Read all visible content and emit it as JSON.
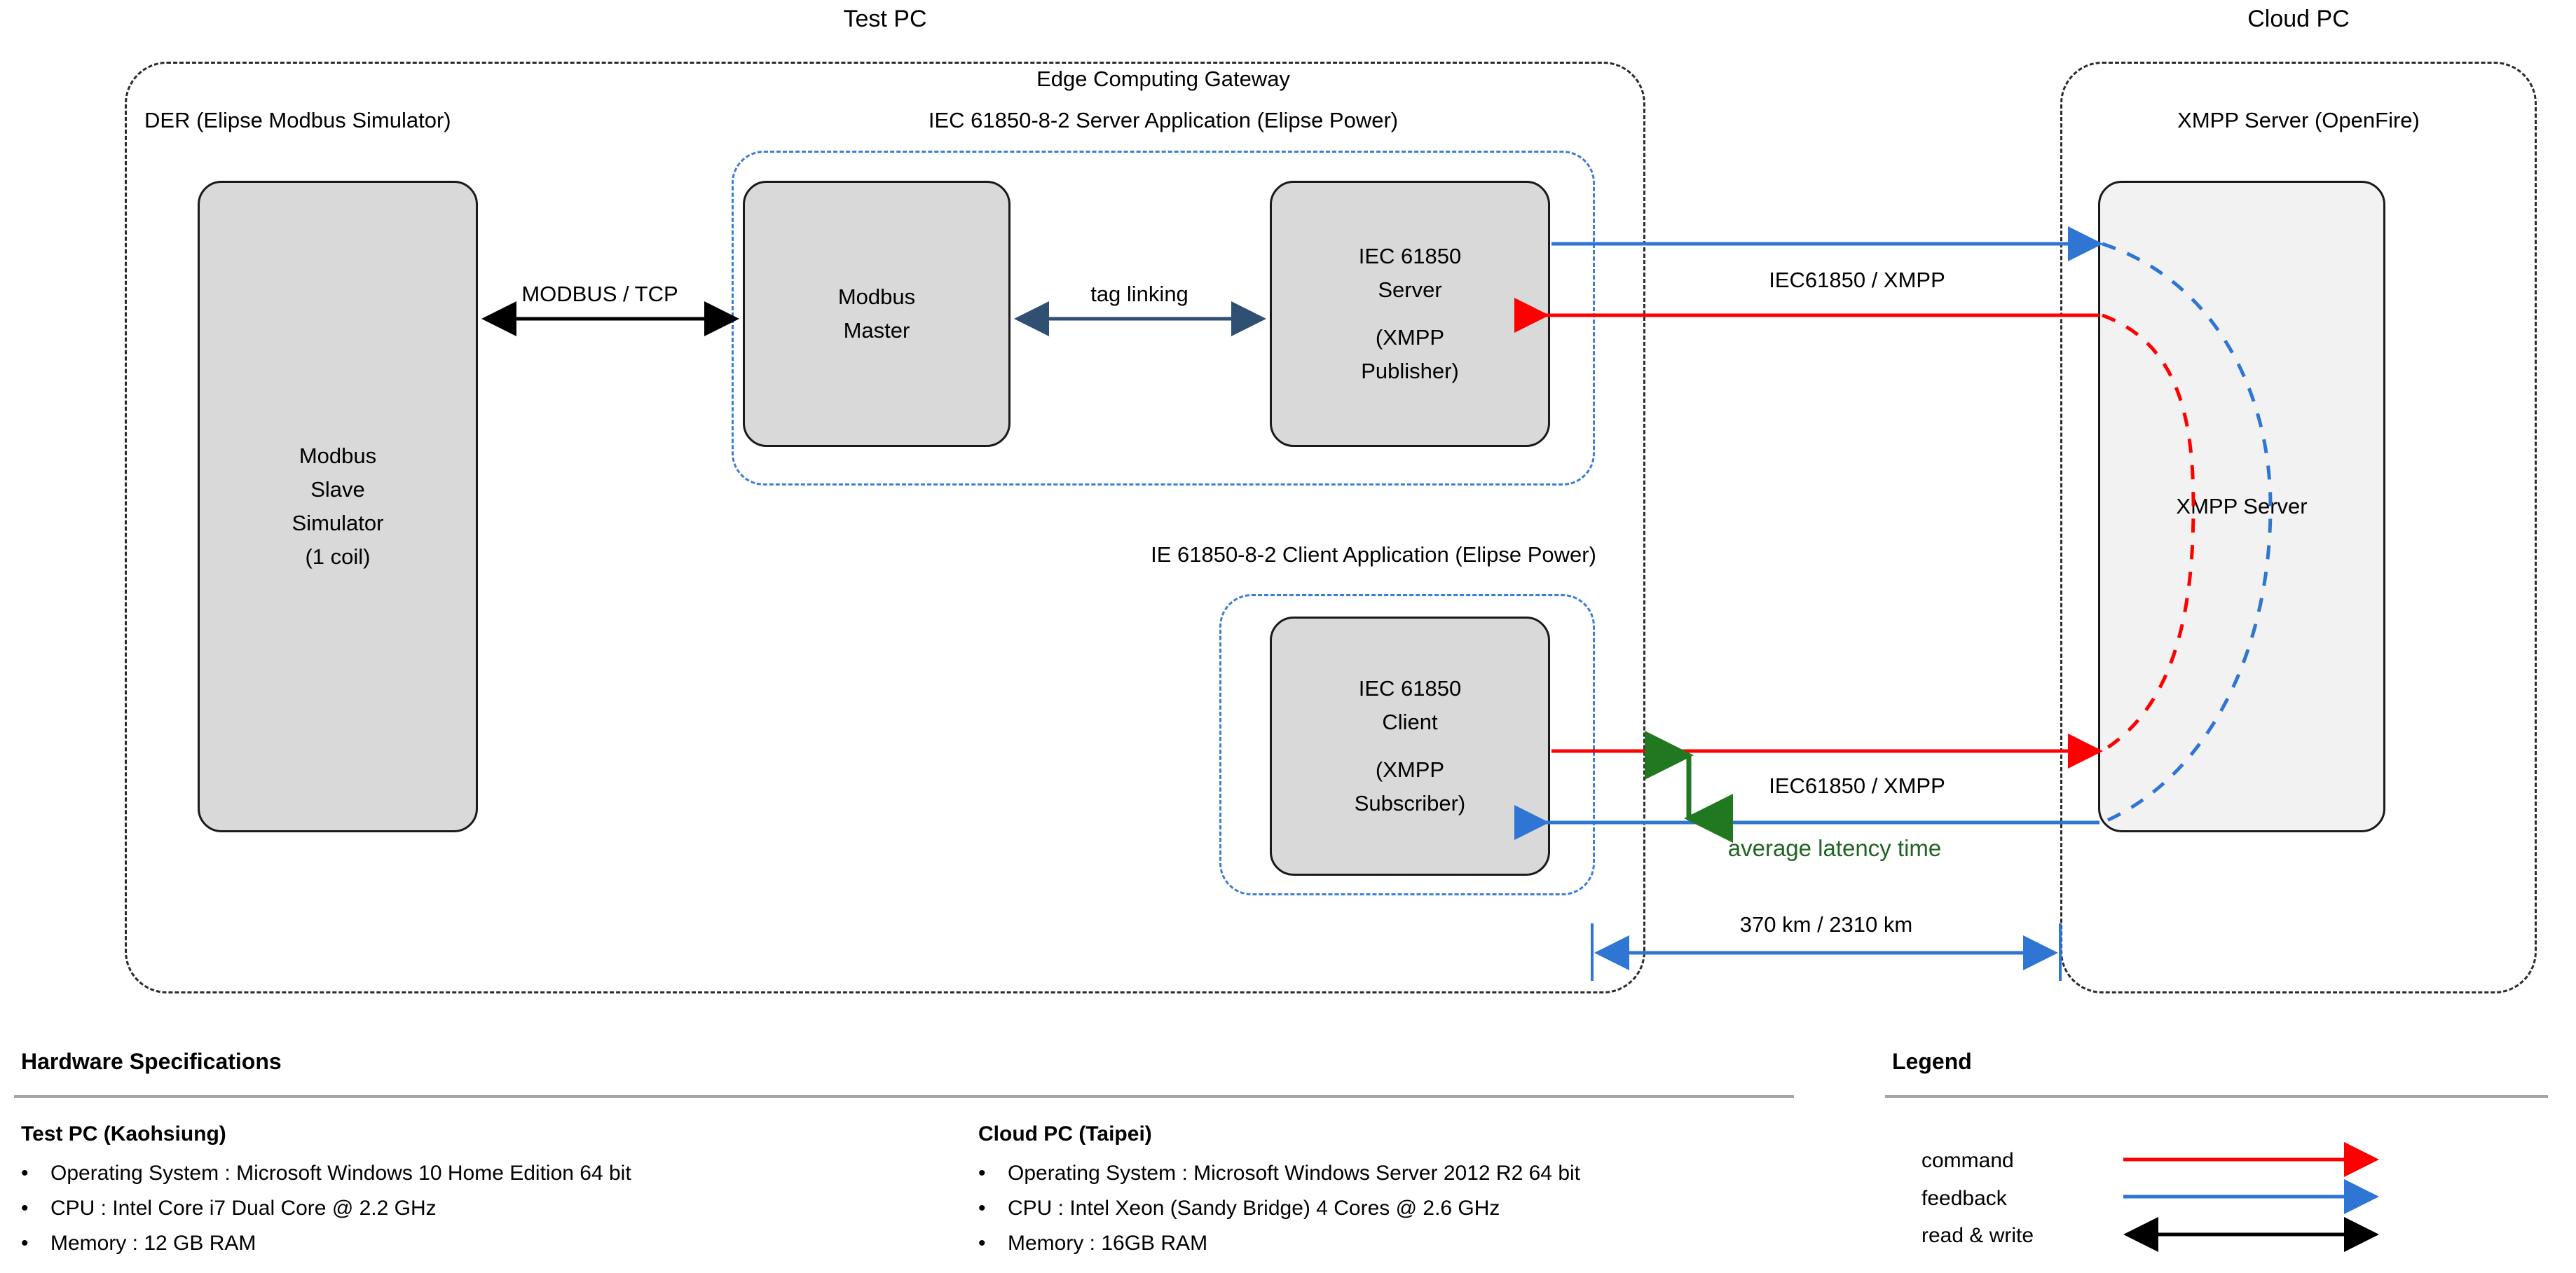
{
  "zones": {
    "test_pc_title": "Test PC",
    "cloud_pc_title": "Cloud PC",
    "der_caption": "DER (Elipse Modbus Simulator)",
    "gateway_caption_line1": "Edge Computing Gateway",
    "gateway_caption_line2": "IEC 61850-8-2 Server Application (Elipse Power)",
    "client_caption": "IE 61850-8-2 Client Application (Elipse Power)",
    "xmpp_caption": "XMPP Server (OpenFire)"
  },
  "boxes": {
    "modbus_slave": [
      "Modbus",
      "Slave",
      "Simulator",
      "(1 coil)"
    ],
    "modbus_master": [
      "Modbus",
      "Master"
    ],
    "iec_server": [
      "IEC 61850",
      "Server",
      "",
      "(XMPP",
      "Publisher)"
    ],
    "iec_client": [
      "IEC 61850",
      "Client",
      "",
      "(XMPP",
      "Subscriber)"
    ],
    "xmpp_server": [
      "XMPP Server"
    ]
  },
  "edges": {
    "modbus_tcp": "MODBUS / TCP",
    "tag_linking": "tag linking",
    "iec_xmpp_top": "IEC61850 / XMPP",
    "iec_xmpp_bottom": "IEC61850 / XMPP",
    "latency": "average latency time",
    "distance": "370 km / 2310 km"
  },
  "specs": {
    "heading": "Hardware Specifications",
    "columns": [
      {
        "title": "Test PC (Kaohsiung)",
        "items": [
          "Operating System : Microsoft Windows 10 Home Edition 64 bit",
          "CPU : Intel Core i7 Dual Core @ 2.2 GHz",
          "Memory : 12 GB RAM"
        ]
      },
      {
        "title": "Cloud PC (Taipei)",
        "items": [
          "Operating System : Microsoft Windows Server 2012 R2 64 bit",
          "CPU : Intel Xeon (Sandy Bridge) 4 Cores @ 2.6 GHz",
          "Memory : 16GB RAM"
        ]
      }
    ]
  },
  "legend": {
    "heading": "Legend",
    "items": [
      {
        "label": "command",
        "color": "#ff0000",
        "arrow": "single"
      },
      {
        "label": "feedback",
        "color": "#2e75d4",
        "arrow": "single"
      },
      {
        "label": "read & write",
        "color": "#000000",
        "arrow": "double"
      }
    ]
  },
  "colors": {
    "command_red": "#ff0000",
    "feedback_blue": "#2e75d4",
    "latency_green": "#1f6421",
    "group_blue": "#3b7dd8",
    "box_fill": "#d9d9d9",
    "box_fill_light": "#f2f2f2",
    "rule_gray": "#a6a6a6"
  }
}
